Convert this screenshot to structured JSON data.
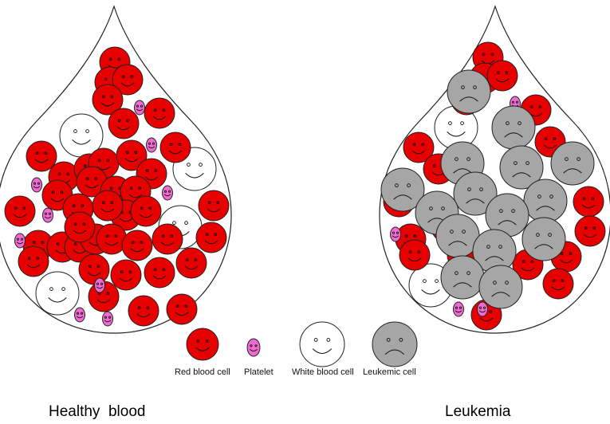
{
  "titles": {
    "healthy": "Healthy  blood",
    "leukemia": "Leukemia"
  },
  "legend": {
    "red_blood_cell": "Red blood cell",
    "platelet": "Platelet",
    "white_blood_cell": "White blood cell",
    "leukemic_cell": "Leukemic cell"
  },
  "colors": {
    "red_blood_cell": "#e60000",
    "platelet": "#f06bd0",
    "white_blood_cell": "#ffffff",
    "leukemic_cell": "#a6a6a6",
    "outline": "#222222"
  },
  "icons": {
    "red_blood_cell": "smiley-face-icon",
    "platelet": "smiley-face-icon",
    "white_blood_cell": "smiley-face-icon",
    "leukemic_cell": "frowning-face-icon"
  }
}
